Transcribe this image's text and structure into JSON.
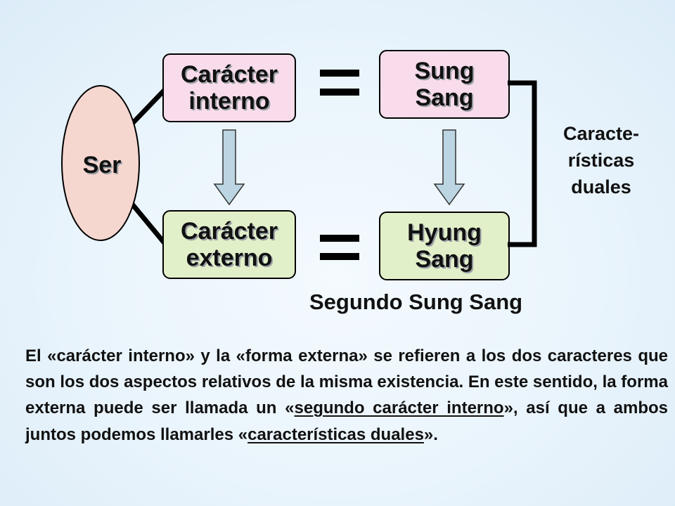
{
  "diagram": {
    "ser": "Ser",
    "interno": [
      "Carácter",
      "interno"
    ],
    "externo": [
      "Carácter",
      "externo"
    ],
    "sung_sang": [
      "Sung",
      "Sang"
    ],
    "hyung_sang": [
      "Hyung",
      "Sang"
    ],
    "duales": [
      "Caracte-",
      "rísticas",
      "duales"
    ],
    "segundo": "Segundo Sung Sang"
  },
  "paragraph": {
    "part1": "El «carácter interno» y la «forma externa» se refieren a los dos caracteres que son los dos aspectos relativos de la misma existencia. En este sentido, la forma externa puede ser llamada un «",
    "underline1": "segundo carácter interno",
    "part2": "», así que a ambos juntos podemos llamarles «",
    "underline2": "características duales",
    "part3": "»."
  },
  "colors": {
    "pink_box": "#f9dcec",
    "green_box": "#e2f0c9",
    "ellipse": "#f6d7d0",
    "arrow": "#bcd5e2",
    "line": "#000000"
  }
}
